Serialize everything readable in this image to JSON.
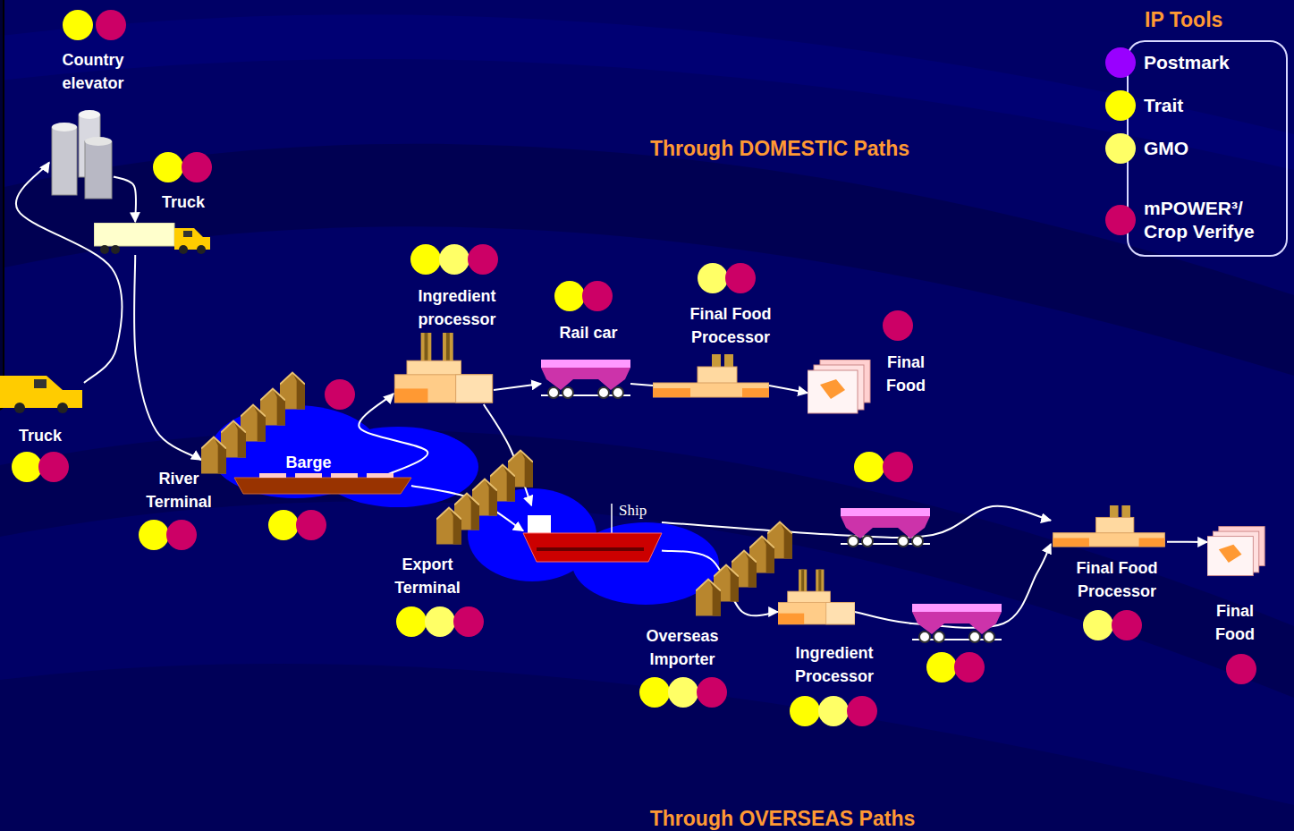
{
  "diagram": {
    "nodes": [
      {
        "text": [
          "Country elevator"
        ]
      },
      {
        "text": [
          "Truck"
        ]
      },
      {
        "text": [
          "Truck"
        ]
      },
      {
        "text": [
          "River Terminal"
        ]
      },
      {
        "text": [
          "Barge"
        ]
      },
      {
        "text": [
          "Ingredient processor"
        ]
      },
      {
        "text": [
          "Rail car"
        ]
      },
      {
        "text": [
          "Final Food Processor"
        ]
      },
      {
        "text": [
          "Final Food"
        ]
      },
      {
        "text": [
          "Export Terminal"
        ]
      },
      {
        "text": [
          "Ship"
        ]
      },
      {
        "text": [
          "Overseas Importer"
        ]
      },
      {
        "text": [
          "Ingredient Processor"
        ]
      },
      {
        "text": [
          "Final Food Processor"
        ]
      },
      {
        "text": [
          "Final Food"
        ]
      }
    ],
    "edges": [
      {
        "from": 2,
        "to": 0,
        "arrow": "to"
      },
      {
        "from": 0,
        "to": 1,
        "arrow": "to"
      },
      {
        "from": 1,
        "to": 3,
        "arrow": "to"
      },
      {
        "from": 4,
        "to": 5,
        "arrow": "to"
      },
      {
        "from": 4,
        "to": 10,
        "arrow": "to"
      },
      {
        "from": 5,
        "to": 6,
        "arrow": "to"
      },
      {
        "from": 6,
        "to": 7,
        "arrow": "none"
      },
      {
        "from": 7,
        "to": 8,
        "arrow": "to"
      },
      {
        "from": 5,
        "to": 10,
        "arrow": "to"
      },
      {
        "from": 10,
        "to": 13,
        "arrow": "to"
      },
      {
        "from": 10,
        "to": 12,
        "arrow": "to"
      },
      {
        "from": 12,
        "to": 13,
        "arrow": "to"
      },
      {
        "from": 13,
        "to": 14,
        "arrow": "to"
      }
    ],
    "labels": [
      "Through DOMESTIC Paths",
      "Through OVERSEAS Paths",
      "IP Tools"
    ],
    "legend": [
      {
        "text": "Postmark",
        "color": "#9900ff"
      },
      {
        "text": "Trait",
        "color": "#ffff00"
      },
      {
        "text": "GMO",
        "color": "#ffff66"
      },
      {
        "text": "mPOWER³/ Crop Verifye",
        "color": "#cc0066"
      }
    ]
  }
}
